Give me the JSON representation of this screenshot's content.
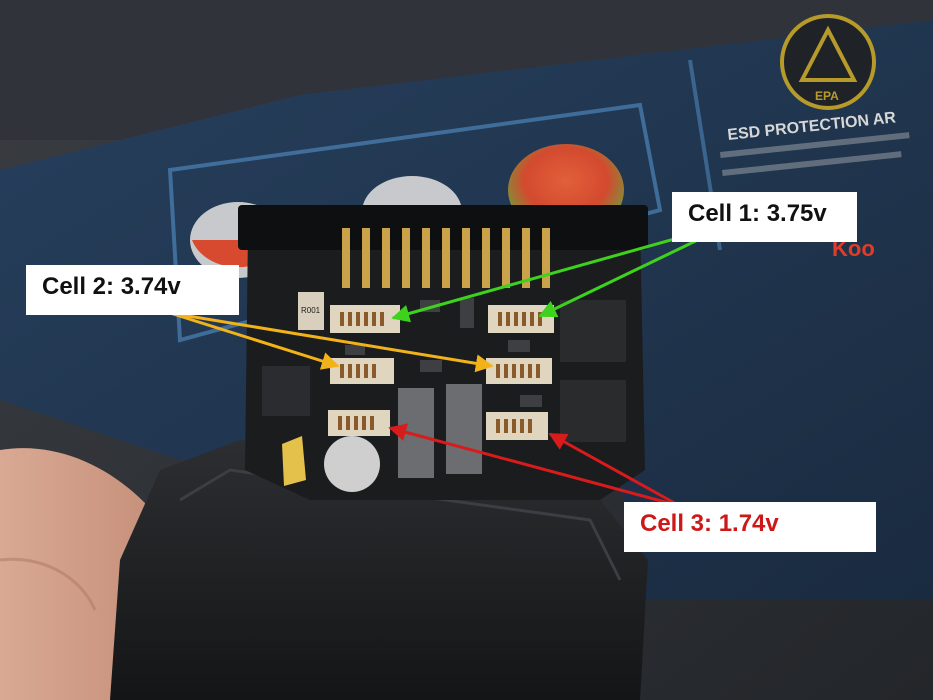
{
  "background": {
    "mat_brand_fragment": "Koo",
    "esd_badge_text": "EPA",
    "esd_title": "ESD PROTECTION AR"
  },
  "annotations": {
    "cell1": {
      "text": "Cell 1: 3.75v",
      "arrow_color": "#3ed11e"
    },
    "cell2": {
      "text": "Cell 2: 3.74v",
      "arrow_color": "#f2b21a"
    },
    "cell3": {
      "text": "Cell 3: 1.74v",
      "arrow_color": "#d81b1b"
    }
  },
  "pcb": {
    "silkscreen_label": "R001"
  }
}
